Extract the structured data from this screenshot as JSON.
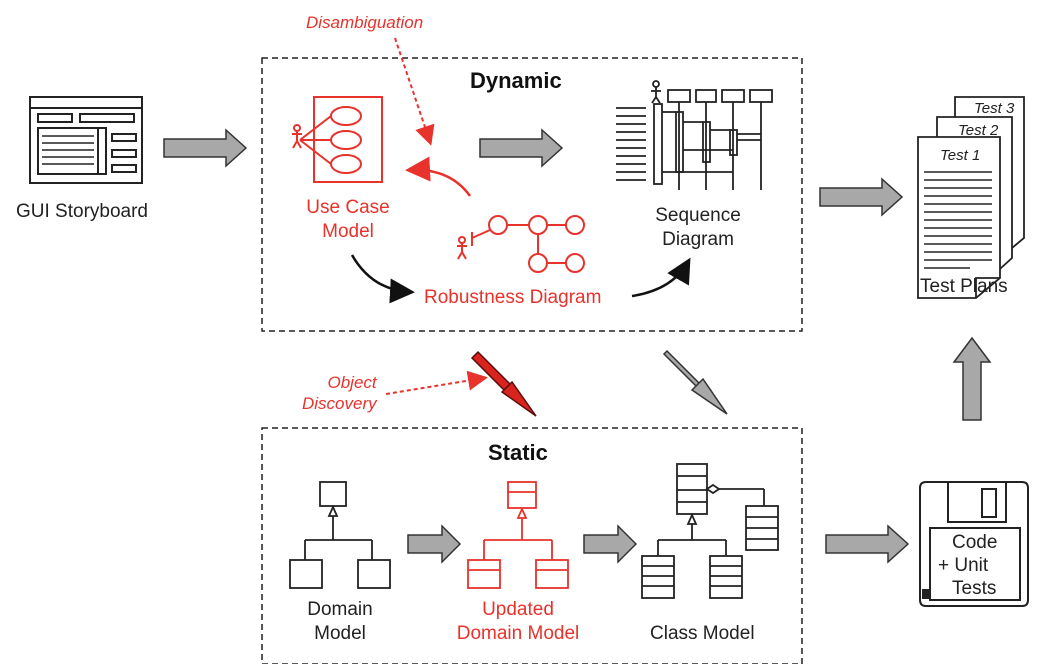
{
  "dynamic": {
    "title": "Dynamic"
  },
  "static": {
    "title": "Static"
  },
  "notes": {
    "disambiguation": "Disambiguation",
    "object_discovery": [
      "Object",
      "Discovery"
    ]
  },
  "nodes": {
    "gui_storyboard": "GUI Storyboard",
    "use_case_model": [
      "Use Case",
      "Model"
    ],
    "robustness_diagram": "Robustness Diagram",
    "sequence_diagram": [
      "Sequence",
      "Diagram"
    ],
    "test_plans": "Test Plans",
    "tests": [
      "Test 1",
      "Test 2",
      "Test 3"
    ],
    "domain_model": [
      "Domain",
      "Model"
    ],
    "updated_domain_model": [
      "Updated",
      "Domain Model"
    ],
    "class_model": "Class Model",
    "code": [
      "Code",
      "+ Unit",
      "Tests"
    ]
  },
  "colors": {
    "accent": "#e8322c",
    "arrow_fill": "#a8a8a8",
    "highlight_arrow": "#d8231f",
    "ink": "#222222"
  }
}
